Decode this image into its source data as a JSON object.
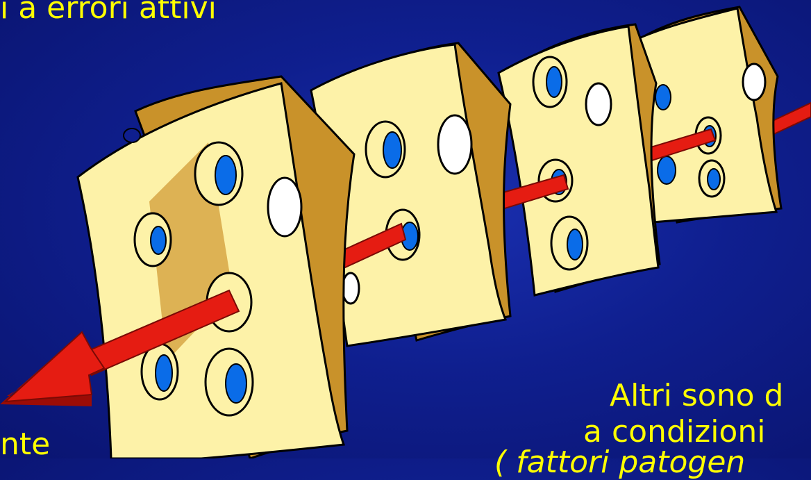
{
  "slide": {
    "text_top": "i a errori attivi",
    "text_right_line1": "Altri sono d",
    "text_right_line2": "a condizioni",
    "text_right_line3": "( fattori patogen",
    "text_left_bottom": "nte"
  },
  "illustration": {
    "subject": "swiss-cheese-model",
    "slice_count": 4,
    "colors": {
      "background": "#0f1f8f",
      "cheese_face": "#fdf2a8",
      "cheese_side": "#c9922a",
      "hole_blue": "#0a6ce8",
      "arrow_red": "#e51c12",
      "text": "#ffff00"
    }
  }
}
